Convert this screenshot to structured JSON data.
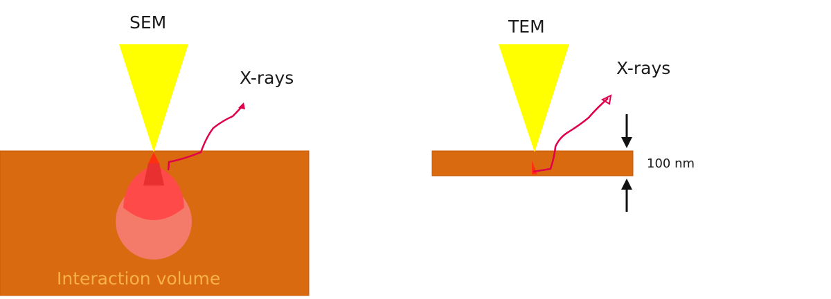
{
  "sem": {
    "title": "SEM",
    "xray_label": "X-rays",
    "volume_label": "Interaction volume"
  },
  "tem": {
    "title": "TEM",
    "xray_label": "X-rays",
    "thickness_label": "100 nm"
  },
  "colors": {
    "beam": "#ffff00",
    "sample": "#d96a10",
    "xray": "#e0004a",
    "volume_core": "#e83030",
    "volume_mid": "#ff4a4a",
    "volume_outer": "#f47a6a",
    "volume_text": "#f7b04a"
  }
}
